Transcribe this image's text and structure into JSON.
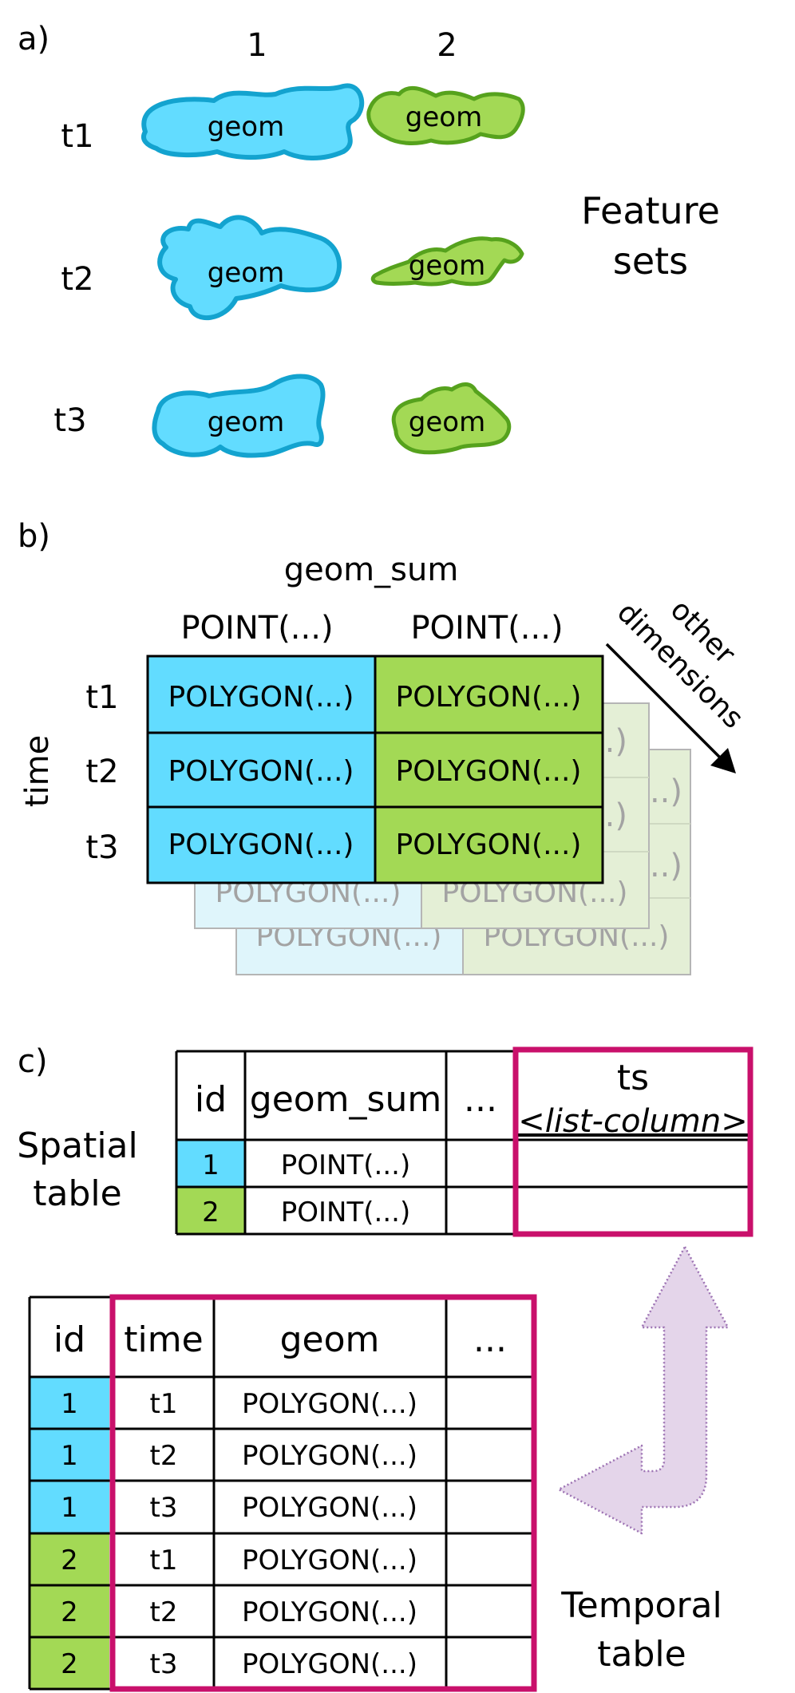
{
  "panel_a": {
    "label": "a)",
    "columns": [
      "1",
      "2"
    ],
    "rows": [
      "t1",
      "t2",
      "t3"
    ],
    "geom_label": "geom",
    "title_line1": "Feature",
    "title_line2": "sets"
  },
  "panel_b": {
    "label": "b)",
    "geom_sum_header": "geom_sum",
    "points": [
      "POINT(...)",
      "POINT(...)"
    ],
    "rows": [
      "t1",
      "t2",
      "t3"
    ],
    "axis_time": "time",
    "cell": "POLYGON(...)",
    "ghost_partial": "...)",
    "other_dims_line1": "other",
    "other_dims_line2": "dimensions"
  },
  "panel_c": {
    "label": "c)",
    "spatial_line1": "Spatial",
    "spatial_line2": "table",
    "spatial_headers": [
      "id",
      "geom_sum",
      "...",
      "ts"
    ],
    "list_column": "<list-column>",
    "spatial_rows": [
      {
        "id": "1",
        "geom": "POINT(...)"
      },
      {
        "id": "2",
        "geom": "POINT(...)"
      }
    ],
    "temporal_headers": [
      "id",
      "time",
      "geom",
      "..."
    ],
    "temporal_rows": [
      {
        "id": "1",
        "time": "t1",
        "geom": "POLYGON(...)"
      },
      {
        "id": "1",
        "time": "t2",
        "geom": "POLYGON(...)"
      },
      {
        "id": "1",
        "time": "t3",
        "geom": "POLYGON(...)"
      },
      {
        "id": "2",
        "time": "t1",
        "geom": "POLYGON(...)"
      },
      {
        "id": "2",
        "time": "t2",
        "geom": "POLYGON(...)"
      },
      {
        "id": "2",
        "time": "t3",
        "geom": "POLYGON(...)"
      }
    ],
    "temporal_line1": "Temporal",
    "temporal_line2": "table"
  },
  "colors": {
    "blue_fill": "#62dcff",
    "blue_stroke": "#13a3cf",
    "green_fill": "#a3d955",
    "green_stroke": "#56a21d",
    "magenta": "#c9106b",
    "arrow_fill": "#e4d5ea",
    "arrow_stroke": "#9d73b3",
    "ghost_blue": "#dff5fb",
    "ghost_green": "#e4efd6",
    "ghost_border": "#b5b5b5"
  }
}
